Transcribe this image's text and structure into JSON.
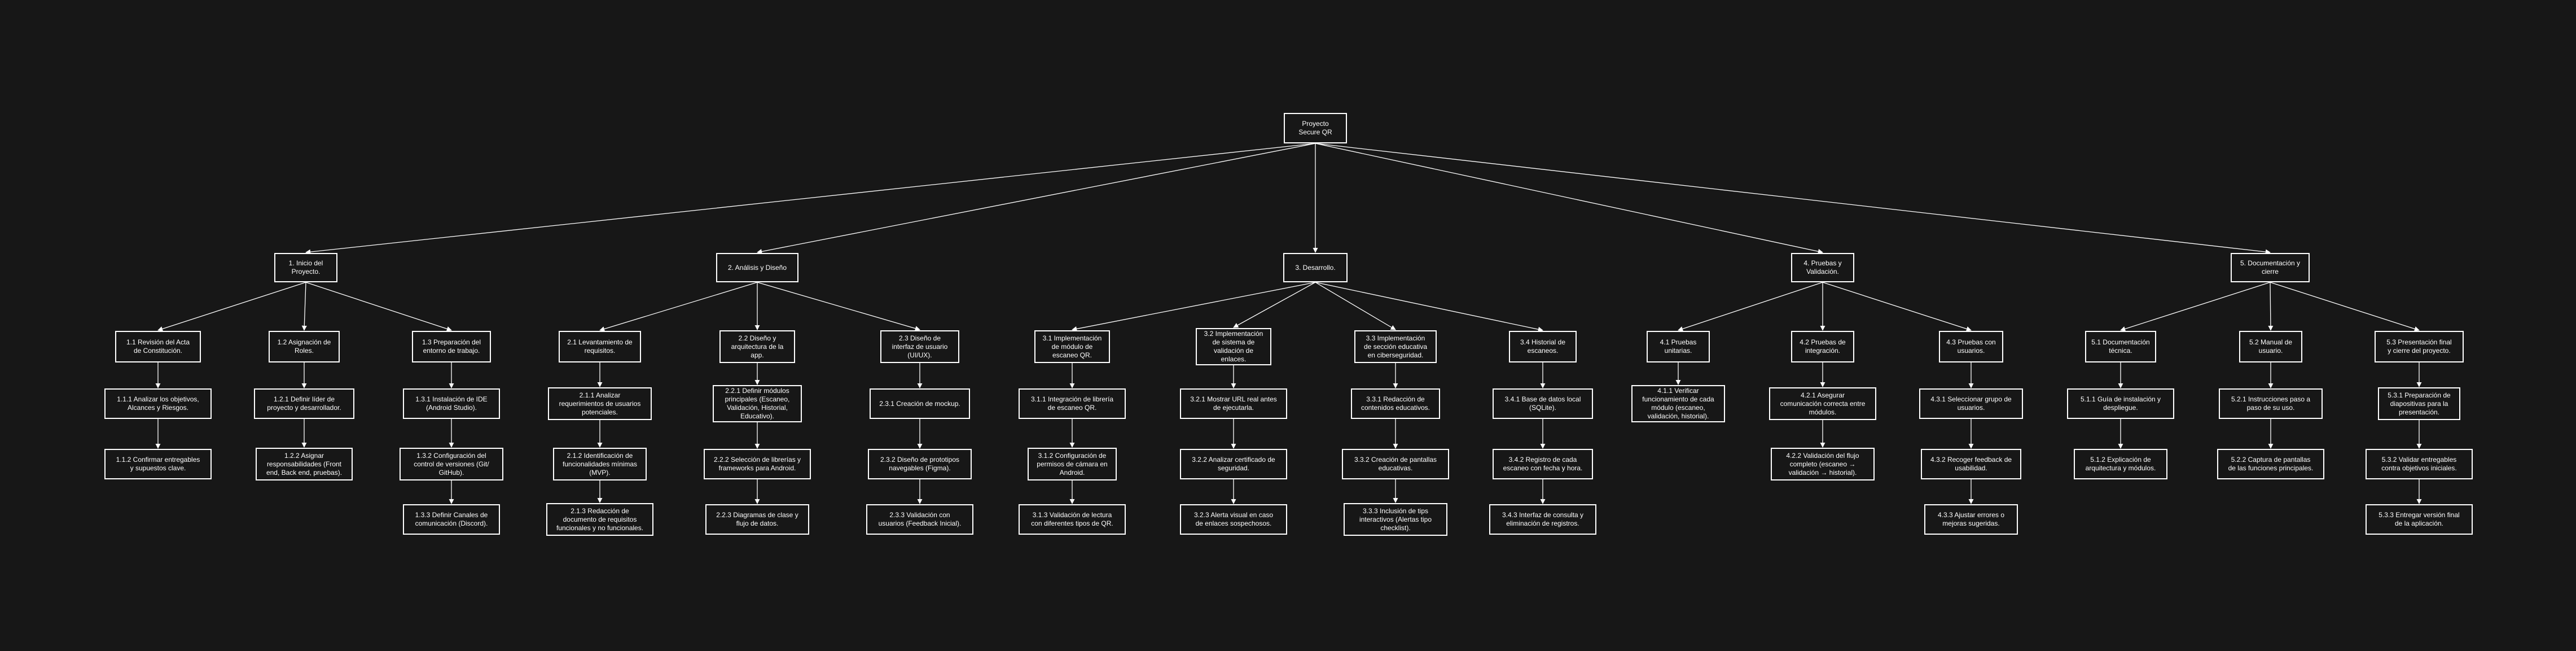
{
  "root": {
    "id": "0",
    "label": "Proyecto\nSecure QR"
  },
  "phases": [
    {
      "id": "1",
      "label": "1. Inicio del\nProyecto.",
      "groups": [
        {
          "id": "1.1",
          "label": "1.1 Revisión del Acta\nde Constitución.",
          "items": [
            {
              "id": "1.1.1",
              "label": "1.1.1 Analizar los objetivos,\nAlcances y Riesgos."
            },
            {
              "id": "1.1.2",
              "label": "1.1.2 Confirmar entregables\ny supuestos clave."
            }
          ]
        },
        {
          "id": "1.2",
          "label": "1.2 Asignación de\nRoles.",
          "items": [
            {
              "id": "1.2.1",
              "label": "1.2.1 Definir líder de\nproyecto y desarrollador."
            },
            {
              "id": "1.2.2",
              "label": "1.2.2 Asignar\nresponsabilidades (Front\nend, Back end, pruebas)."
            }
          ]
        },
        {
          "id": "1.3",
          "label": "1.3 Preparación del\nentorno de trabajo.",
          "items": [
            {
              "id": "1.3.1",
              "label": "1.3.1 Instalación de IDE\n(Android Studio)."
            },
            {
              "id": "1.3.2",
              "label": "1.3.2 Configuración del\ncontrol de versiones (Git/\nGitHub)."
            },
            {
              "id": "1.3.3",
              "label": "1.3.3 Definir Canales de\ncomunicación (Discord)."
            }
          ]
        }
      ]
    },
    {
      "id": "2",
      "label": "2. Análisis y Diseño",
      "groups": [
        {
          "id": "2.1",
          "label": "2.1 Levantamiento de\nrequisitos.",
          "items": [
            {
              "id": "2.1.1",
              "label": "2.1.1 Analizar\nrequerimientos de usuarios\npotenciales."
            },
            {
              "id": "2.1.2",
              "label": "2.1.2 Identificación de\nfuncionalidades mínimas\n(MVP)."
            },
            {
              "id": "2.1.3",
              "label": "2.1.3 Redacción de\ndocumento de requisitos\nfuncionales y no funcionales."
            }
          ]
        },
        {
          "id": "2.2",
          "label": "2.2 Diseño y\narquitectura de la\napp.",
          "items": [
            {
              "id": "2.2.1",
              "label": "2.2.1 Definir módulos\nprincipales (Escaneo,\nValidación, Historial,\nEducativo)."
            },
            {
              "id": "2.2.2",
              "label": "2.2.2 Selección de librerías y\nframeworks para Android."
            },
            {
              "id": "2.2.3",
              "label": "2.2.3 Diagramas de clase y\nflujo de datos."
            }
          ]
        },
        {
          "id": "2.3",
          "label": "2.3 Diseño de\ninterfaz de usuario\n(UI/UX).",
          "items": [
            {
              "id": "2.3.1",
              "label": "2.3.1 Creación de mockup."
            },
            {
              "id": "2.3.2",
              "label": "2.3.2 Diseño de prototipos\nnavegables (Figma)."
            },
            {
              "id": "2.3.3",
              "label": "2.3.3 Validación con\nusuarios (Feedback Inicial)."
            }
          ]
        }
      ]
    },
    {
      "id": "3",
      "label": "3.  Desarrollo.",
      "groups": [
        {
          "id": "3.1",
          "label": "3.1 Implementación\nde módulo de\nescaneo QR.",
          "items": [
            {
              "id": "3.1.1",
              "label": "3.1.1 Integración de librería\nde escaneo QR."
            },
            {
              "id": "3.1.2",
              "label": "3.1.2 Configuración de\npermisos de cámara en\nAndroid."
            },
            {
              "id": "3.1.3",
              "label": "3.1.3 Validación de lectura\ncon diferentes tipos de QR."
            }
          ]
        },
        {
          "id": "3.2",
          "label": "3.2 Implementación\nde sistema de\nvalidación de\nenlaces.",
          "items": [
            {
              "id": "3.2.1",
              "label": "3.2.1 Mostrar URL real antes\nde ejecutarla."
            },
            {
              "id": "3.2.2",
              "label": "3.2.2 Analizar certificado de\nseguridad."
            },
            {
              "id": "3.2.3",
              "label": "3.2.3 Alerta visual en caso\nde enlaces sospechosos."
            }
          ]
        },
        {
          "id": "3.3",
          "label": "3.3 Implementación\nde sección educativa\nen ciberseguridad.",
          "items": [
            {
              "id": "3.3.1",
              "label": "3.3.1 Redacción de\ncontenidos educativos."
            },
            {
              "id": "3.3.2",
              "label": "3.3.2 Creación de pantallas\neducativas."
            },
            {
              "id": "3.3.3",
              "label": "3.3.3 Inclusión de tips\ninteractivos (Alertas tipo\nchecklist)."
            }
          ]
        },
        {
          "id": "3.4",
          "label": "3.4 Historial de\nescaneos.",
          "items": [
            {
              "id": "3.4.1",
              "label": "3.4.1 Base de datos local\n(SQLite)."
            },
            {
              "id": "3.4.2",
              "label": "3.4.2 Registro de cada\nescaneo con fecha y hora."
            },
            {
              "id": "3.4.3",
              "label": "3.4.3 Interfaz de consulta y\neliminación de registros."
            }
          ]
        }
      ]
    },
    {
      "id": "4",
      "label": "4.  Pruebas y\nValidación.",
      "groups": [
        {
          "id": "4.1",
          "label": "4.1 Pruebas\nunitarias.",
          "items": [
            {
              "id": "4.1.1",
              "label": "4.1.1 Verificar\nfuncionamiento de cada\nmódulo (escaneo,\nvalidación, historial)."
            }
          ]
        },
        {
          "id": "4.2",
          "label": "4.2 Pruebas de\nintegración.",
          "items": [
            {
              "id": "4.2.1",
              "label": "4.2.1 Asegurar\ncomunicación correcta entre\nmódulos."
            },
            {
              "id": "4.2.2",
              "label": "4.2.2 Validación del flujo\ncompleto (escaneo →\nvalidación → historial)."
            }
          ]
        },
        {
          "id": "4.3",
          "label": "4.3 Pruebas con\nusuarios.",
          "items": [
            {
              "id": "4.3.1",
              "label": "4.3.1 Seleccionar grupo de\nusuarios."
            },
            {
              "id": "4.3.2",
              "label": "4.3.2 Recoger feedback de\nusabilidad."
            },
            {
              "id": "4.3.3",
              "label": "4.3.3 Ajustar errores o\nmejoras sugeridas."
            }
          ]
        }
      ]
    },
    {
      "id": "5",
      "label": "5.  Documentación y\ncierre",
      "groups": [
        {
          "id": "5.1",
          "label": "5.1 Documentación\ntécnica.",
          "items": [
            {
              "id": "5.1.1",
              "label": "5.1.1 Guía de instalación y\ndespliegue."
            },
            {
              "id": "5.1.2",
              "label": "5.1.2 Explicación de\narquitectura y módulos."
            }
          ]
        },
        {
          "id": "5.2",
          "label": "5.2 Manual de\nusuario.",
          "items": [
            {
              "id": "5.2.1",
              "label": "5.2.1 Instrucciones paso a\npaso de su uso."
            },
            {
              "id": "5.2.2",
              "label": "5.2.2 Captura de pantallas\nde las funciones principales."
            }
          ]
        },
        {
          "id": "5.3",
          "label": "5.3 Presentación final\ny cierre del proyecto.",
          "items": [
            {
              "id": "5.3.1",
              "label": "5.3.1 Preparación de\ndiapositivas para la\npresentación."
            },
            {
              "id": "5.3.2",
              "label": "5.3.2 Validar entregables\ncontra objetivos iniciales."
            },
            {
              "id": "5.3.3",
              "label": "5.3.3 Entregar versión final\nde la aplicación."
            }
          ]
        }
      ]
    }
  ],
  "colors": {
    "background": "#171717",
    "stroke": "#ffffff",
    "text": "#ffffff"
  }
}
